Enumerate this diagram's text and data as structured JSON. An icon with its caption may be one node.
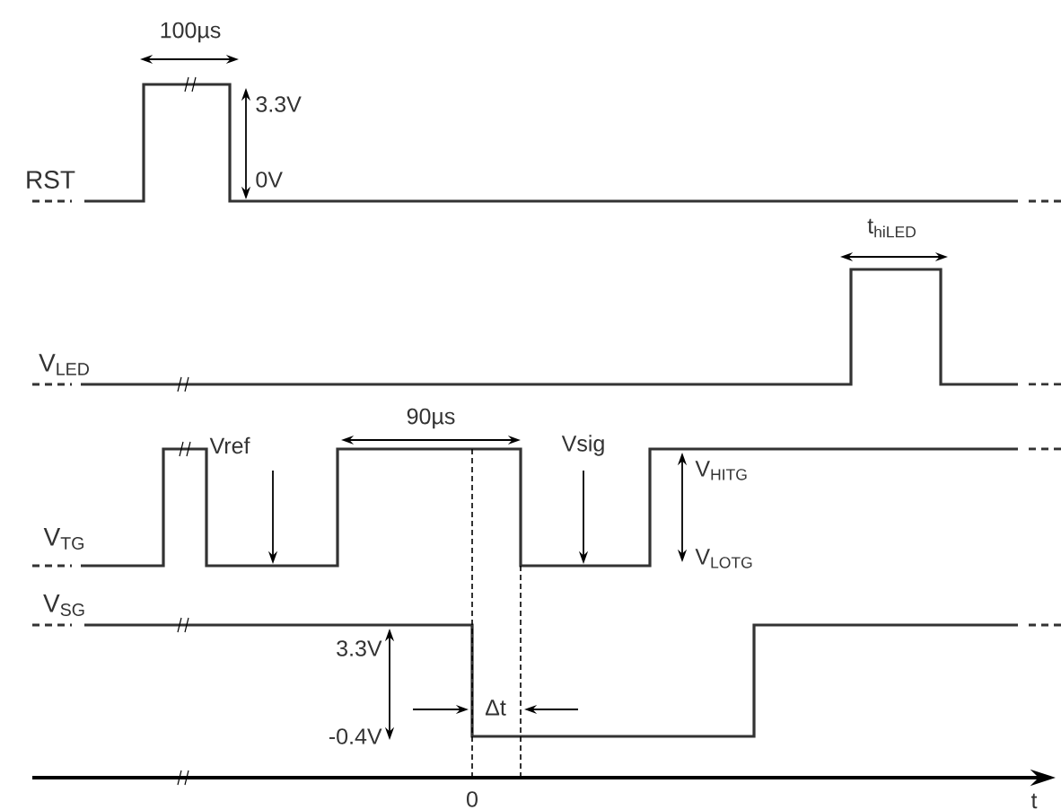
{
  "diagram": {
    "labels": [
      "100µs",
      "3.3V",
      "RST",
      "0V",
      "t$_{hiLED}$",
      "V$_{LED}$",
      "90µs",
      "Vref",
      "Vsig",
      "V$_{HITG}$",
      "V$_{TG}$",
      "V$_{LOTG}$",
      "V$_{SG}$",
      "3.3V",
      "Δt",
      "-0.4V",
      "0",
      "t"
    ]
  }
}
